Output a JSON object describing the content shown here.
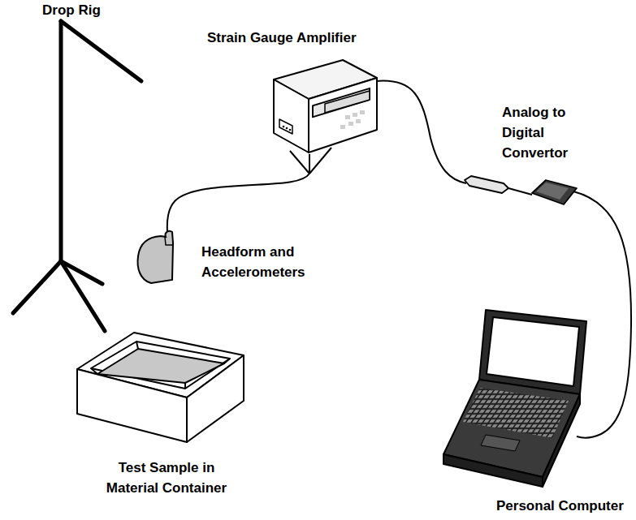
{
  "diagram": {
    "labels": [
      "Drop Rig",
      "Strain Gauge Amplifier",
      "Analog to Digital Convertor",
      "Headform and Accelerometers",
      "Test Sample in Material Container",
      "Personal Computer"
    ]
  }
}
